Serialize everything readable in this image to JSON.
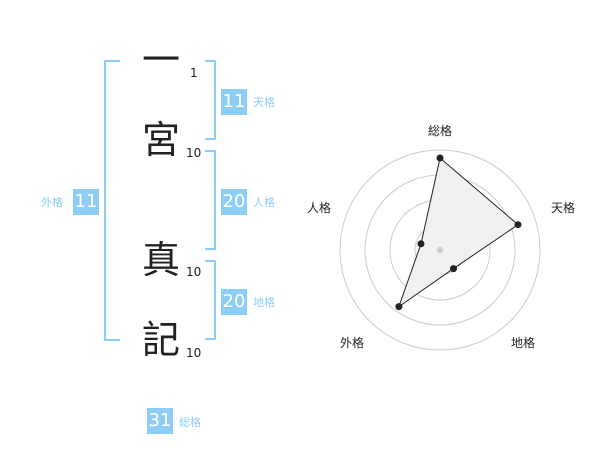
{
  "characters": [
    {
      "char": "一",
      "strokes": "1"
    },
    {
      "char": "宮",
      "strokes": "10"
    },
    {
      "char": "真",
      "strokes": "10"
    },
    {
      "char": "記",
      "strokes": "10"
    }
  ],
  "fortunes": {
    "tenkaku": {
      "value": "11",
      "label": "天格"
    },
    "jinkaku": {
      "value": "20",
      "label": "人格"
    },
    "chikaku": {
      "value": "20",
      "label": "地格"
    },
    "gaikaku": {
      "value": "11",
      "label": "外格"
    },
    "soukaku": {
      "value": "31",
      "label": "総格"
    }
  },
  "chart_data": {
    "type": "radar",
    "axes": [
      "総格",
      "天格",
      "地格",
      "外格",
      "人格"
    ],
    "values": [
      0.92,
      0.82,
      0.23,
      0.7,
      0.2
    ],
    "rings": 4,
    "colors": {
      "accent": "#8ecdf5",
      "fill": "#f0f0f0",
      "line": "#222222",
      "grid": "#cccccc"
    }
  }
}
